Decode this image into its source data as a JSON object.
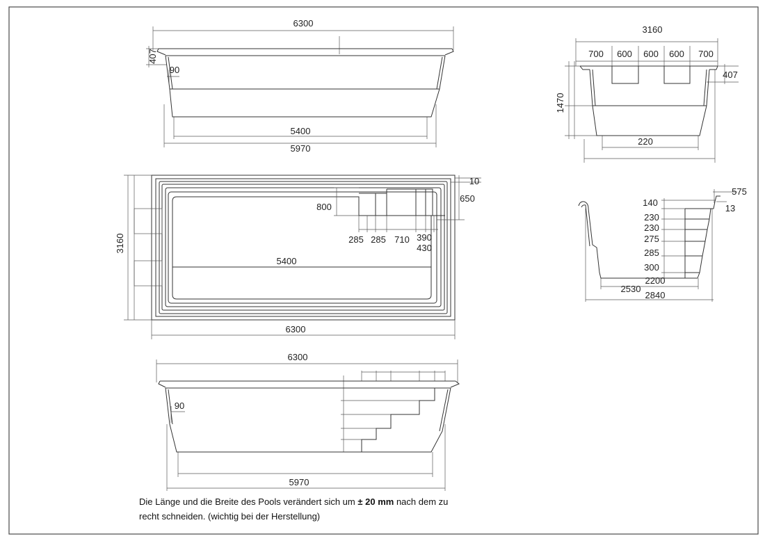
{
  "drawing": {
    "elevation_long": {
      "overall_length": "6300",
      "rim_height": "407",
      "wall_offset": "90",
      "floor_length": "5400",
      "body_length": "5970"
    },
    "plan_view": {
      "overall_width": "3160",
      "rim_step": "10",
      "stair_zone": "650",
      "stair_depth": "800",
      "stair_treads": [
        "285",
        "285",
        "710",
        "390"
      ],
      "stair_last": "430",
      "inner_length": "5400",
      "overall_length": "6300"
    },
    "elevation_stairs": {
      "overall_length": "6300",
      "wall_offset": "90",
      "body_length": "5970"
    },
    "cross_section": {
      "overall_width": "3160",
      "segments": [
        "700",
        "600",
        "600",
        "600",
        "700"
      ],
      "rim_height": "407",
      "depth": "1470",
      "floor_width": "220"
    },
    "stair_section": {
      "top_offset": "575",
      "lip": "13",
      "step_heights": [
        "140",
        "230",
        "230",
        "275",
        "285",
        "300"
      ],
      "floor_width": "2200",
      "mid_width": "2530",
      "overall_width": "2840"
    }
  },
  "note": {
    "line1_before": "Die Länge und die Breite des Pools verändert sich um",
    "line1_bold": "± 20 mm",
    "line1_after": "nach dem zu",
    "line2": "recht schneiden. (wichtig bei der Herstellung)"
  }
}
